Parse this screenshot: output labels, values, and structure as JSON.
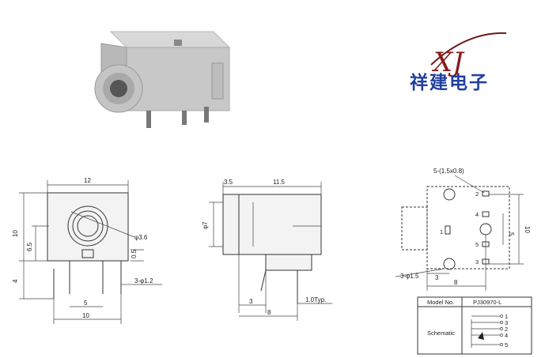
{
  "brand": {
    "logo_letters": "XJ",
    "company_name": "祥建电子"
  },
  "front_view": {
    "width_12": "12",
    "height_10": "10",
    "dim_6_5": "6.5",
    "dim_4": "4",
    "hole_dia": "φ3.6",
    "dim_0_5": "0.5",
    "pin_dia": "3-φ1.2",
    "pitch_5": "5",
    "base_10": "10"
  },
  "side_view": {
    "dim_3_5": "3.5",
    "dim_11_5": "11.5",
    "dia_7": "φ7",
    "dim_3": "3",
    "dim_8": "8",
    "typ": "1.0Typ."
  },
  "pcb_view": {
    "slot": "5-(1.5x0.8)",
    "hole": "3-φ1.5",
    "pin_labels": [
      "2",
      "4",
      "1",
      "5",
      "3"
    ],
    "dim_5": "5",
    "dim_10": "10",
    "dim_3": "3",
    "dim_8": "8"
  },
  "info_table": {
    "model_label": "Model No.",
    "model_value": "PJ30970-L",
    "schematic_label": "Schematic",
    "schematic_pins": [
      "1",
      "3",
      "2",
      "4",
      "5"
    ]
  }
}
